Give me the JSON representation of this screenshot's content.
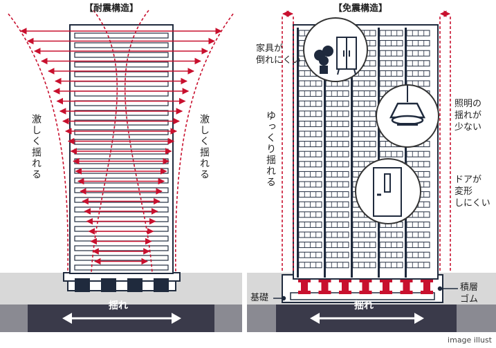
{
  "taishin": {
    "title": "【耐震構造】",
    "left_label": "激しく揺れる",
    "right_label": "激しく揺れる",
    "shake_label": "揺れ"
  },
  "menshin": {
    "title": "【免震構造】",
    "slow_label": "ゆっくり揺れる",
    "furniture_label_1": "家具が",
    "furniture_label_2": "倒れにくい",
    "light_label_1": "照明の",
    "light_label_2": "揺れが",
    "light_label_3": "少ない",
    "door_label_1": "ドアが",
    "door_label_2": "変形",
    "door_label_3": "しにくい",
    "foundation_label": "基礎",
    "rubber_label_1": "積層",
    "rubber_label_2": "ゴム",
    "shake_label": "揺れ"
  },
  "credit": "image illust",
  "colors": {
    "accent_red": "#c8102e",
    "building_stroke": "#1f2a3d",
    "ground_light": "#d8d8d8",
    "ground_dark": "#3a3a4a",
    "rubber": "#c8102e",
    "damper_dark": "#1f2a3d"
  }
}
